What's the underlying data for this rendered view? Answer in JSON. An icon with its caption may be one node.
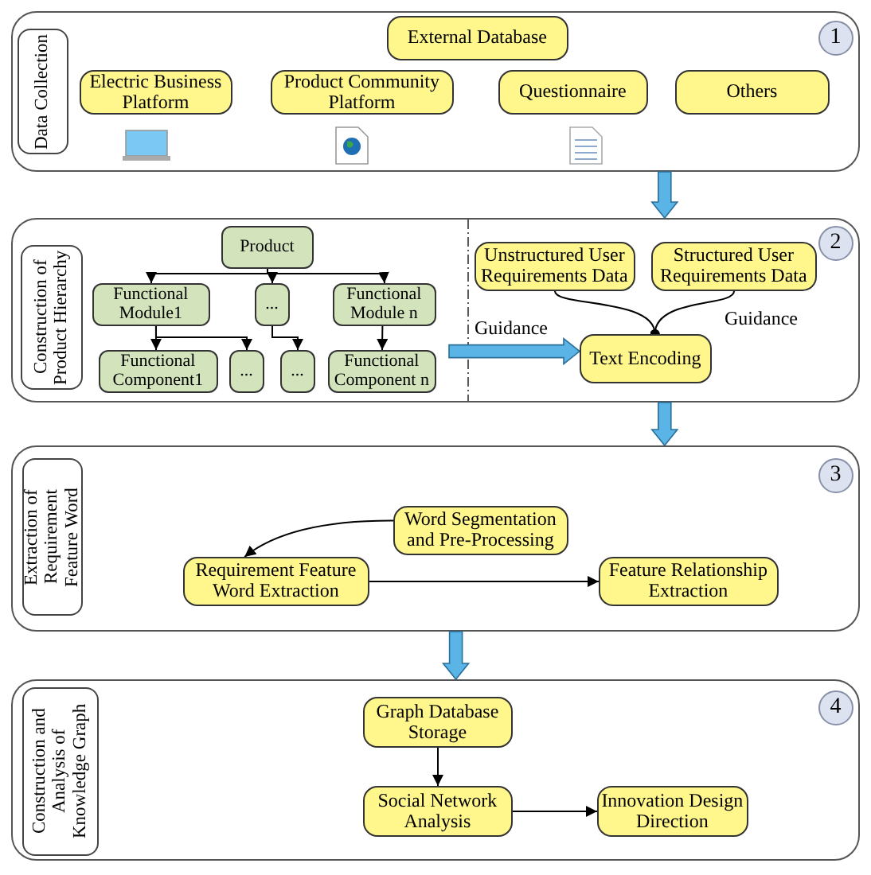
{
  "diagram": {
    "nodes": [
      {
        "text": [],
        "shape": "box"
      },
      {
        "text": [
          "Data Collection"
        ],
        "in": 0
      },
      {
        "text": [
          "1"
        ],
        "in": 0
      },
      {
        "text": [
          "External Database"
        ],
        "in": 0
      },
      {
        "text": [
          "Electric Business Platform"
        ],
        "in": 0
      },
      {
        "text": [
          "Product Community Platform"
        ],
        "in": 0
      },
      {
        "text": [
          "Questionnaire"
        ],
        "in": 0
      },
      {
        "text": [
          "Others"
        ],
        "in": 0
      },
      {
        "text": [],
        "shape": "box"
      },
      {
        "text": [
          "Construction of Product Hierarchy"
        ],
        "in": 8
      },
      {
        "text": [
          "2"
        ],
        "in": 8
      },
      {
        "text": [
          "Product"
        ],
        "in": 8
      },
      {
        "text": [
          "Functional Module1"
        ],
        "in": 8
      },
      {
        "text": [
          "..."
        ],
        "in": 8
      },
      {
        "text": [
          "Functional Module n"
        ],
        "in": 8
      },
      {
        "text": [
          "Functional Component1"
        ],
        "in": 8
      },
      {
        "text": [
          "..."
        ],
        "in": 8
      },
      {
        "text": [
          "..."
        ],
        "in": 8
      },
      {
        "text": [
          "Functional Component n"
        ],
        "in": 8
      },
      {
        "text": [
          "Unstructured User Requirements Data"
        ],
        "in": 8
      },
      {
        "text": [
          "Structured User Requirements Data"
        ],
        "in": 8
      },
      {
        "text": [
          "Text Encoding"
        ],
        "in": 8
      },
      {
        "text": [],
        "shape": "box"
      },
      {
        "text": [
          "Extraction of Requirement Feature Word"
        ],
        "in": 22
      },
      {
        "text": [
          "3"
        ],
        "in": 22
      },
      {
        "text": [
          "Word Segmentation and Pre-Processing"
        ],
        "in": 22
      },
      {
        "text": [
          "Requirement Feature Word Extraction"
        ],
        "in": 22
      },
      {
        "text": [
          "Feature Relationship Extraction"
        ],
        "in": 22
      },
      {
        "text": [],
        "shape": "box"
      },
      {
        "text": [
          "Construction and Analysis of Knowledge Graph"
        ],
        "in": 28
      },
      {
        "text": [
          "4"
        ],
        "in": 28
      },
      {
        "text": [
          "Graph Database Storage"
        ],
        "in": 28
      },
      {
        "text": [
          "Social Network Analysis"
        ],
        "in": 28
      },
      {
        "text": [
          "Innovation Design Direction"
        ],
        "in": 28
      }
    ],
    "edges": [
      {
        "from": 0,
        "to": 8,
        "arrow": "to",
        "style": "thick",
        "color": "#5ab4e6"
      },
      {
        "from": 11,
        "to": 12,
        "arrow": "to"
      },
      {
        "from": 11,
        "to": 13,
        "arrow": "to"
      },
      {
        "from": 11,
        "to": 14,
        "arrow": "to"
      },
      {
        "from": 12,
        "to": 15,
        "arrow": "to"
      },
      {
        "from": 12,
        "to": 16,
        "arrow": "to"
      },
      {
        "from": 13,
        "to": 17,
        "arrow": "to"
      },
      {
        "from": 14,
        "to": 18,
        "arrow": "to"
      },
      {
        "from": 18,
        "to": 21,
        "arrow": "to",
        "label": "Guidance",
        "style": "thick",
        "color": "#5ab4e6"
      },
      {
        "from": 19,
        "to": 21,
        "arrow": "other"
      },
      {
        "from": 20,
        "to": 21,
        "arrow": "other"
      },
      {
        "from": 8,
        "to": 22,
        "arrow": "to",
        "style": "thick",
        "color": "#5ab4e6"
      },
      {
        "from": 25,
        "to": 26,
        "arrow": "to"
      },
      {
        "from": 26,
        "to": 27,
        "arrow": "to"
      },
      {
        "from": 22,
        "to": 28,
        "arrow": "to",
        "style": "thick",
        "color": "#5ab4e6"
      },
      {
        "from": 31,
        "to": 32,
        "arrow": "to"
      },
      {
        "from": 32,
        "to": 33,
        "arrow": "to"
      }
    ],
    "labels": [
      "Guidance"
    ]
  }
}
